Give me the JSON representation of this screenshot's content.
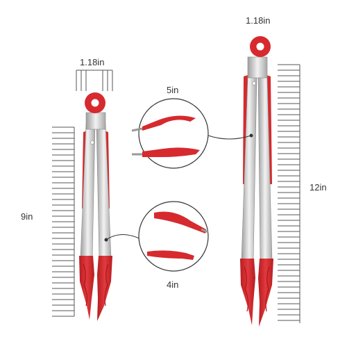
{
  "labels": {
    "small_head_width": "1.18in",
    "large_head_width": "1.18in",
    "small_length": "9in",
    "large_length": "12in",
    "upper_callout": "5in",
    "lower_callout": "4in"
  },
  "colors": {
    "silicone_red": "#d62a2e",
    "steel": "#c9c9c9",
    "ruler_line": "#555555"
  },
  "icons": [
    "small-tongs-illustration",
    "large-tongs-illustration"
  ]
}
